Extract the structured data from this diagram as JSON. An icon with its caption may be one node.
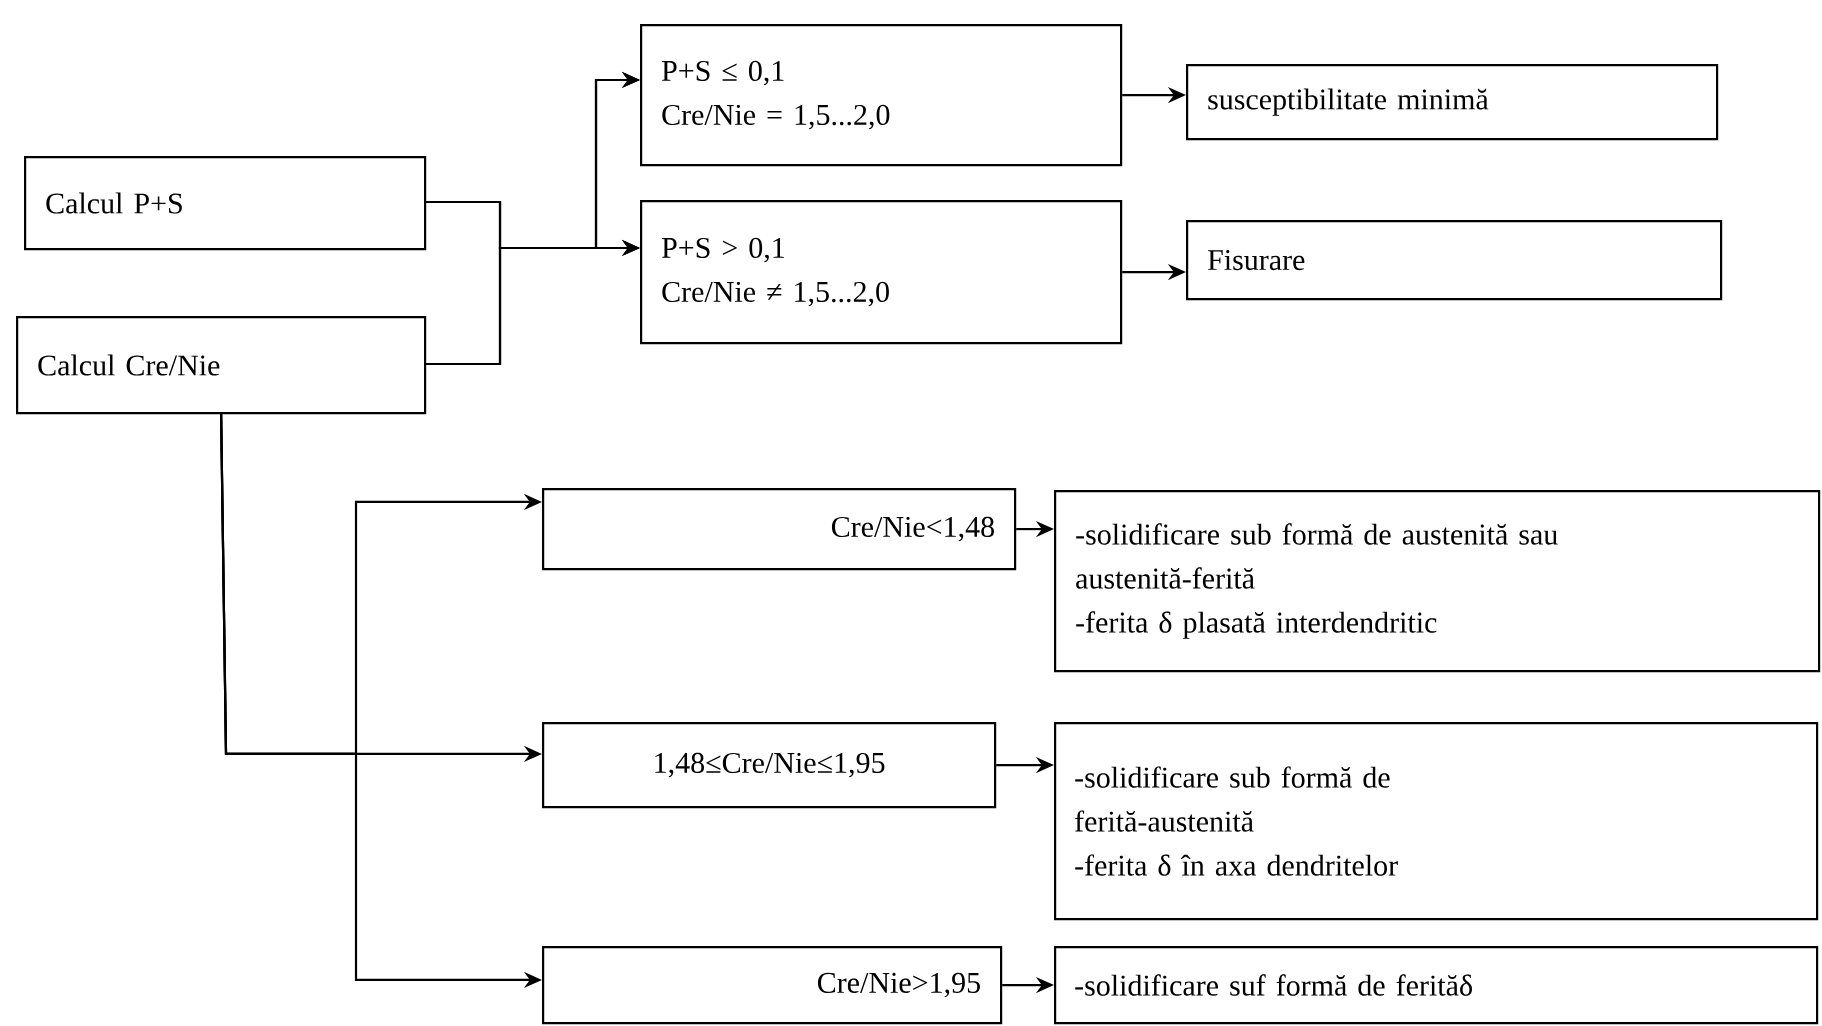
{
  "diagram": {
    "nodes": [
      {
        "text": [
          "Calcul P+S"
        ]
      },
      {
        "text": [
          "Calcul Cre/Nie"
        ]
      },
      {
        "text": [
          "P+S ≤ 0,1",
          "Cre/Nie = 1,5...2,0"
        ]
      },
      {
        "text": [
          "P+S > 0,1",
          "Cre/Nie ≠ 1,5...2,0"
        ]
      },
      {
        "text": [
          "susceptibilitate minimă"
        ]
      },
      {
        "text": [
          "Fisurare"
        ]
      },
      {
        "text": [
          "Cre/Nie<1,48"
        ]
      },
      {
        "text": [
          "1,48≤Cre/Nie≤1,95"
        ]
      },
      {
        "text": [
          "Cre/Nie>1,95"
        ]
      },
      {
        "text": [
          "-solidificare sub formă de austenită sau austenită-ferită",
          "-ferita δ plasată interdendritic"
        ]
      },
      {
        "text": [
          "-solidificare sub formă de ferită-austenită",
          "-ferita δ în axa dendritelor"
        ]
      },
      {
        "text": [
          "-solidificare suf formă de ferităδ"
        ]
      }
    ],
    "edges": [
      {
        "from": 0,
        "to": 2,
        "arrow": "to"
      },
      {
        "from": 0,
        "to": 3,
        "arrow": "to"
      },
      {
        "from": 1,
        "to": 2,
        "arrow": "to"
      },
      {
        "from": 1,
        "to": 3,
        "arrow": "to"
      },
      {
        "from": 2,
        "to": 4,
        "arrow": "to"
      },
      {
        "from": 3,
        "to": 5,
        "arrow": "to"
      },
      {
        "from": 1,
        "to": 6,
        "arrow": "to"
      },
      {
        "from": 1,
        "to": 7,
        "arrow": "to"
      },
      {
        "from": 1,
        "to": 8,
        "arrow": "to"
      },
      {
        "from": 6,
        "to": 9,
        "arrow": "to"
      },
      {
        "from": 7,
        "to": 10,
        "arrow": "to"
      },
      {
        "from": 8,
        "to": 11,
        "arrow": "to"
      }
    ]
  }
}
